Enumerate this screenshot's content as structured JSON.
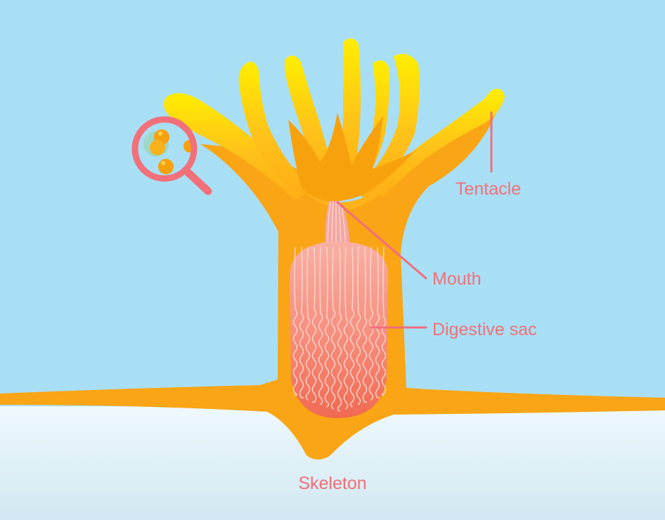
{
  "diagram": {
    "labels": {
      "tentacle": "Tentacle",
      "mouth": "Mouth",
      "digestive_sac": "Digestive sac",
      "skeleton": "Skeleton"
    },
    "icons": {
      "magnifier": "magnifier-icon"
    },
    "colors": {
      "water": "#a9dff5",
      "skeleton": "#eaf6fb",
      "polyp_body": "#ffb81e",
      "polyp_dark": "#f9a20f",
      "tentacle_tip": "#ffe600",
      "digestive_sac": "#f59a86",
      "digestive_sac_dark": "#f0705a",
      "label": "#f07078",
      "leader_line": "#f06e7e",
      "magnifier": "#f2707a",
      "zooxanthellae": "#f7a10e"
    }
  }
}
